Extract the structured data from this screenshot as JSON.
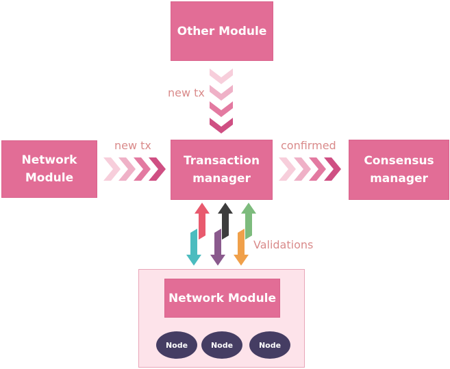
{
  "boxes": {
    "other_module": "Other Module",
    "network_module_line1": "Network",
    "network_module_line2": "Module",
    "transaction_manager_line1": "Transaction",
    "transaction_manager_line2": "manager",
    "consensus_manager_line1": "Consensus",
    "consensus_manager_line2": "manager",
    "inner_network_module": "Network Module"
  },
  "labels": {
    "new_tx_top": "new tx",
    "new_tx_left": "new tx",
    "confirmed": "confirmed",
    "validations": "Validations"
  },
  "nodes": [
    "Node",
    "Node",
    "Node"
  ],
  "colors": {
    "box": "#e26d96",
    "container_bg": "#fde3ea",
    "node": "#453d63",
    "label": "#d98a8a",
    "chevron_1": "#f7cedb",
    "chevron_2": "#efb1c7",
    "chevron_3": "#e37aa1",
    "chevron_4": "#cf4f83",
    "arrow_red": "#e85a6e",
    "arrow_black": "#3d3d3d",
    "arrow_green": "#7dbb7d",
    "arrow_teal": "#4bbcbf",
    "arrow_purple": "#8a5a8d",
    "arrow_orange": "#f0a04a"
  }
}
